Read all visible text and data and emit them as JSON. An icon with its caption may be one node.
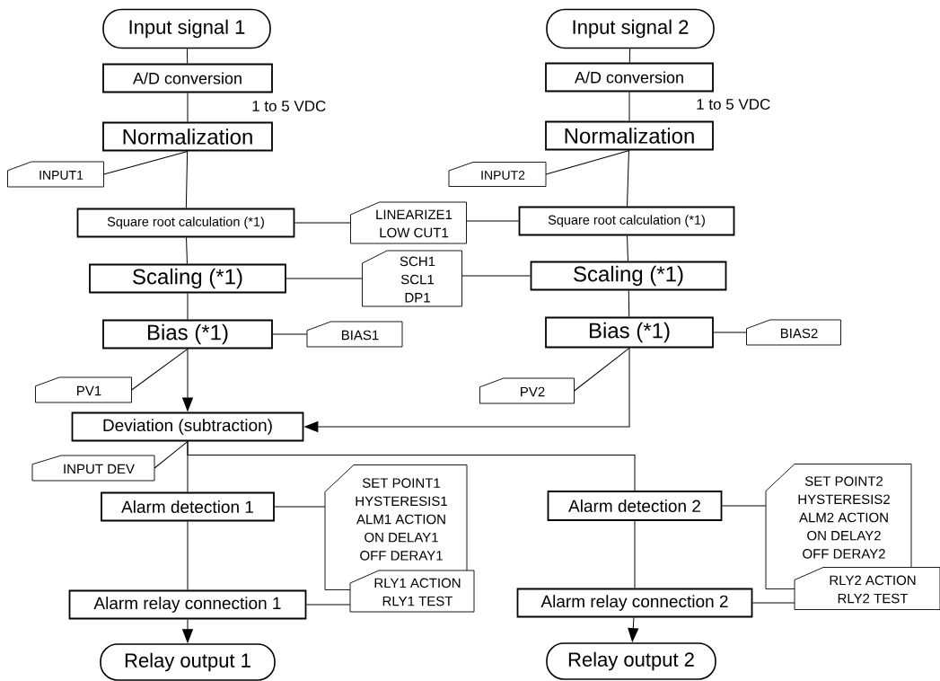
{
  "diagram": {
    "nodes": [
      {
        "text": [
          "Input signal 1"
        ]
      },
      {
        "text": [
          "Input signal 2"
        ]
      },
      {
        "text": [
          "A/D conversion"
        ]
      },
      {
        "text": [
          "A/D conversion"
        ]
      },
      {
        "text": [
          "Normalization"
        ]
      },
      {
        "text": [
          "Normalization"
        ]
      },
      {
        "text": [
          "INPUT1"
        ]
      },
      {
        "text": [
          "INPUT2"
        ]
      },
      {
        "text": [
          "Square root calculation (*1)"
        ]
      },
      {
        "text": [
          "LINEARIZE1",
          "LOW CUT1"
        ]
      },
      {
        "text": [
          "Square root calculation (*1)"
        ]
      },
      {
        "text": [
          "Scaling (*1)"
        ]
      },
      {
        "text": [
          "SCH1",
          "SCL1",
          "DP1"
        ]
      },
      {
        "text": [
          "Scaling (*1)"
        ]
      },
      {
        "text": [
          "Bias (*1)"
        ]
      },
      {
        "text": [
          "BIAS1"
        ]
      },
      {
        "text": [
          "Bias (*1)"
        ]
      },
      {
        "text": [
          "BIAS2"
        ]
      },
      {
        "text": [
          "PV1"
        ]
      },
      {
        "text": [
          "PV2"
        ]
      },
      {
        "text": [
          "Deviation (subtraction)"
        ]
      },
      {
        "text": [
          "INPUT DEV"
        ]
      },
      {
        "text": [
          "Alarm detection 1"
        ]
      },
      {
        "text": [
          "SET POINT1",
          "HYSTERESIS1",
          "ALM1 ACTION",
          "ON DELAY1",
          "OFF DERAY1"
        ]
      },
      {
        "text": [
          "Alarm detection 2"
        ]
      },
      {
        "text": [
          "SET POINT2",
          "HYSTERESIS2",
          "ALM2 ACTION",
          "ON DELAY2",
          "OFF DERAY2"
        ]
      },
      {
        "text": [
          "Alarm relay connection 1"
        ]
      },
      {
        "text": [
          "RLY1 ACTION",
          "RLY1 TEST"
        ]
      },
      {
        "text": [
          "Alarm relay connection 2"
        ]
      },
      {
        "text": [
          "RLY2 ACTION",
          "RLY2 TEST"
        ]
      },
      {
        "text": [
          "Relay output 1"
        ]
      },
      {
        "text": [
          "Relay output 2"
        ]
      }
    ],
    "edges": [
      {
        "from": 0,
        "to": 2,
        "arrow": "none"
      },
      {
        "from": 2,
        "to": 4,
        "arrow": "none"
      },
      {
        "from": 4,
        "to": 8,
        "arrow": "none"
      },
      {
        "from": 8,
        "to": 11,
        "arrow": "none"
      },
      {
        "from": 11,
        "to": 14,
        "arrow": "none"
      },
      {
        "from": 14,
        "to": 20,
        "arrow": "to"
      },
      {
        "from": 20,
        "to": 22,
        "arrow": "none"
      },
      {
        "from": 22,
        "to": 26,
        "arrow": "none"
      },
      {
        "from": 26,
        "to": 30,
        "arrow": "to"
      },
      {
        "from": 1,
        "to": 3,
        "arrow": "none"
      },
      {
        "from": 3,
        "to": 5,
        "arrow": "none"
      },
      {
        "from": 5,
        "to": 10,
        "arrow": "none"
      },
      {
        "from": 10,
        "to": 13,
        "arrow": "none"
      },
      {
        "from": 13,
        "to": 16,
        "arrow": "none"
      },
      {
        "from": 16,
        "to": 20,
        "arrow": "to"
      },
      {
        "from": 20,
        "to": 24,
        "arrow": "none"
      },
      {
        "from": 24,
        "to": 28,
        "arrow": "none"
      },
      {
        "from": 28,
        "to": 31,
        "arrow": "to"
      },
      {
        "from": 6,
        "to": 4,
        "arrow": "none"
      },
      {
        "from": 7,
        "to": 5,
        "arrow": "none"
      },
      {
        "from": 9,
        "to": 8,
        "arrow": "none"
      },
      {
        "from": 9,
        "to": 10,
        "arrow": "none"
      },
      {
        "from": 12,
        "to": 11,
        "arrow": "none"
      },
      {
        "from": 12,
        "to": 13,
        "arrow": "none"
      },
      {
        "from": 15,
        "to": 14,
        "arrow": "none"
      },
      {
        "from": 17,
        "to": 16,
        "arrow": "none"
      },
      {
        "from": 18,
        "to": 14,
        "arrow": "none"
      },
      {
        "from": 19,
        "to": 16,
        "arrow": "none"
      },
      {
        "from": 21,
        "to": 20,
        "arrow": "none"
      },
      {
        "from": 23,
        "to": 22,
        "arrow": "none"
      },
      {
        "from": 27,
        "to": 26,
        "arrow": "none"
      },
      {
        "from": 25,
        "to": 24,
        "arrow": "none"
      },
      {
        "from": 29,
        "to": 28,
        "arrow": "none"
      }
    ],
    "labels": [
      "1 to 5 VDC",
      "1 to 5 VDC"
    ]
  }
}
